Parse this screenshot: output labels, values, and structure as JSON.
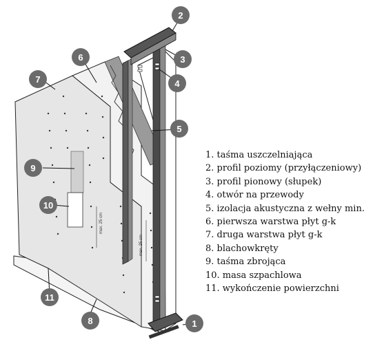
{
  "legend": [
    "1. taśma uszczelniająca",
    "2. profil poziomy (przyłączeniowy)",
    "3. profil pionowy (słupek)",
    "4. otwór na przewody",
    "5. izolacja akustyczna z wełny min.",
    "6. pierwsza warstwa płyt g-k",
    "7. druga warstwa płyt g-k",
    "8. blachowkręty",
    "9. taśma zbrojąca",
    "10. masa szpachlowa",
    "11. wykończenie powierzchni"
  ],
  "callouts": [
    "1",
    "2",
    "3",
    "4",
    "5",
    "6",
    "7",
    "8",
    "9",
    "10",
    "11"
  ],
  "dimension_labels": [
    "max. 25 cm",
    "max. 25 cm"
  ],
  "colors": {
    "callout_fill": "#6b6b6b",
    "steel_dark": "#3a3a3a",
    "steel_mid": "#777777",
    "board_light": "#ececec",
    "board_mid": "#dcdcdc",
    "insulation": "#8a8a8a"
  }
}
